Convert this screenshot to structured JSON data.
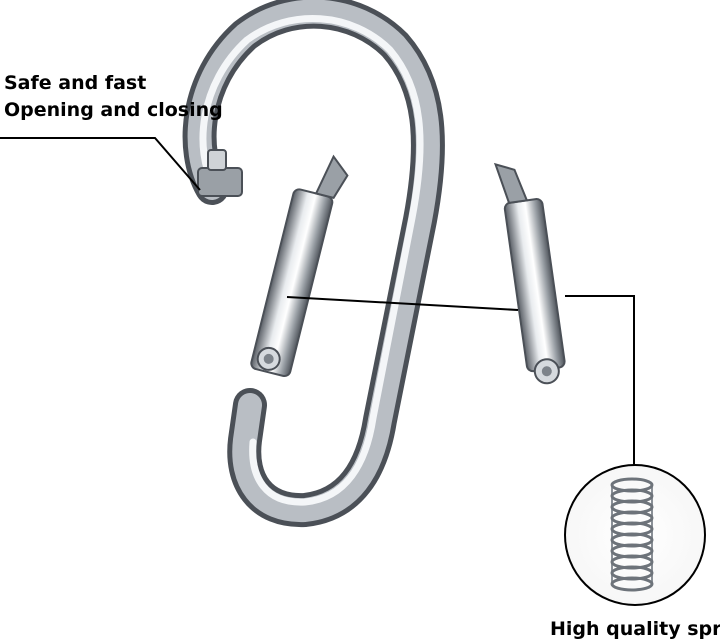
{
  "callouts": {
    "opening": {
      "line1": "Safe and fast",
      "line2": "Opening and closing"
    },
    "spring": {
      "label": "High quality spring"
    }
  },
  "colors": {
    "text": "#000000",
    "background": "#ffffff",
    "steel_light": "#f2f4f6",
    "steel_mid": "#a8adb3",
    "steel_dark": "#4b5057"
  },
  "icons": {
    "main_object": "snap-hook-carabiner",
    "detail": "compression-spring"
  }
}
